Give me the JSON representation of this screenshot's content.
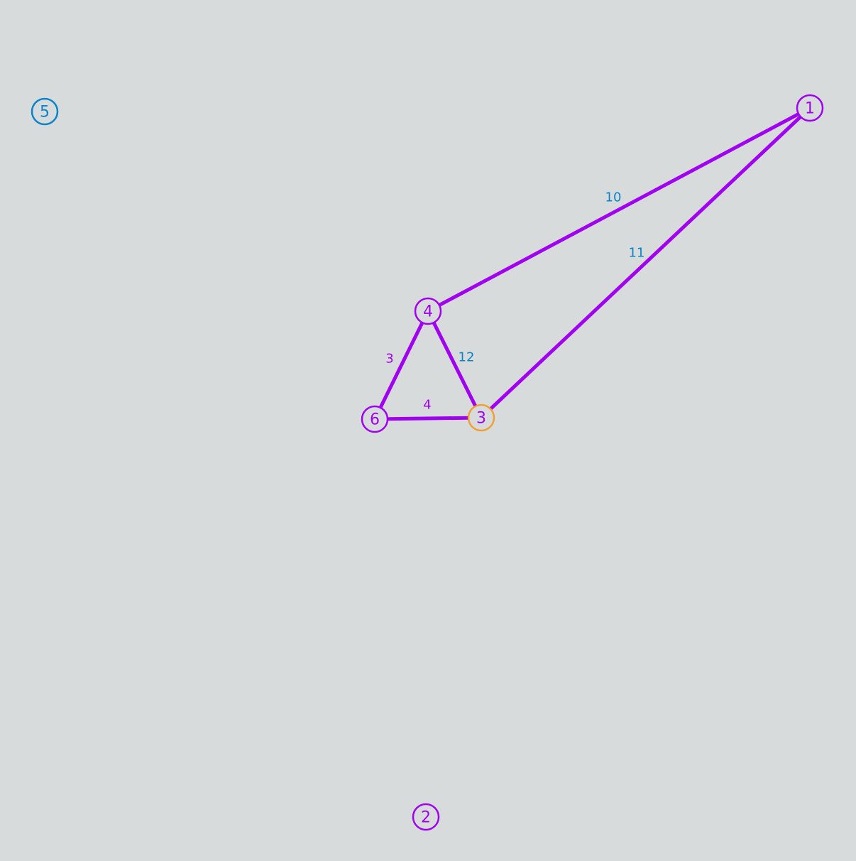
{
  "colors": {
    "background": "#d8dbdc",
    "edge": "#a100f0",
    "node_default": "#a100f0",
    "node_isolated": "#0a84c8",
    "node_highlight": "#f0a030",
    "weight_purple": "#a100f0",
    "weight_blue": "#0a84c8"
  },
  "graph": {
    "nodes": [
      {
        "id": "1",
        "label": "1",
        "state": "default"
      },
      {
        "id": "2",
        "label": "2",
        "state": "default"
      },
      {
        "id": "3",
        "label": "3",
        "state": "highlight"
      },
      {
        "id": "4",
        "label": "4",
        "state": "default"
      },
      {
        "id": "5",
        "label": "5",
        "state": "isolated"
      },
      {
        "id": "6",
        "label": "6",
        "state": "default"
      }
    ],
    "edges": [
      {
        "from": "4",
        "to": "1",
        "weight": "10",
        "weight_color": "weight_blue"
      },
      {
        "from": "3",
        "to": "1",
        "weight": "11",
        "weight_color": "weight_blue"
      },
      {
        "from": "4",
        "to": "3",
        "weight": "12",
        "weight_color": "weight_blue"
      },
      {
        "from": "4",
        "to": "6",
        "weight": "3",
        "weight_color": "weight_purple"
      },
      {
        "from": "6",
        "to": "3",
        "weight": "4",
        "weight_color": "weight_purple"
      }
    ]
  }
}
